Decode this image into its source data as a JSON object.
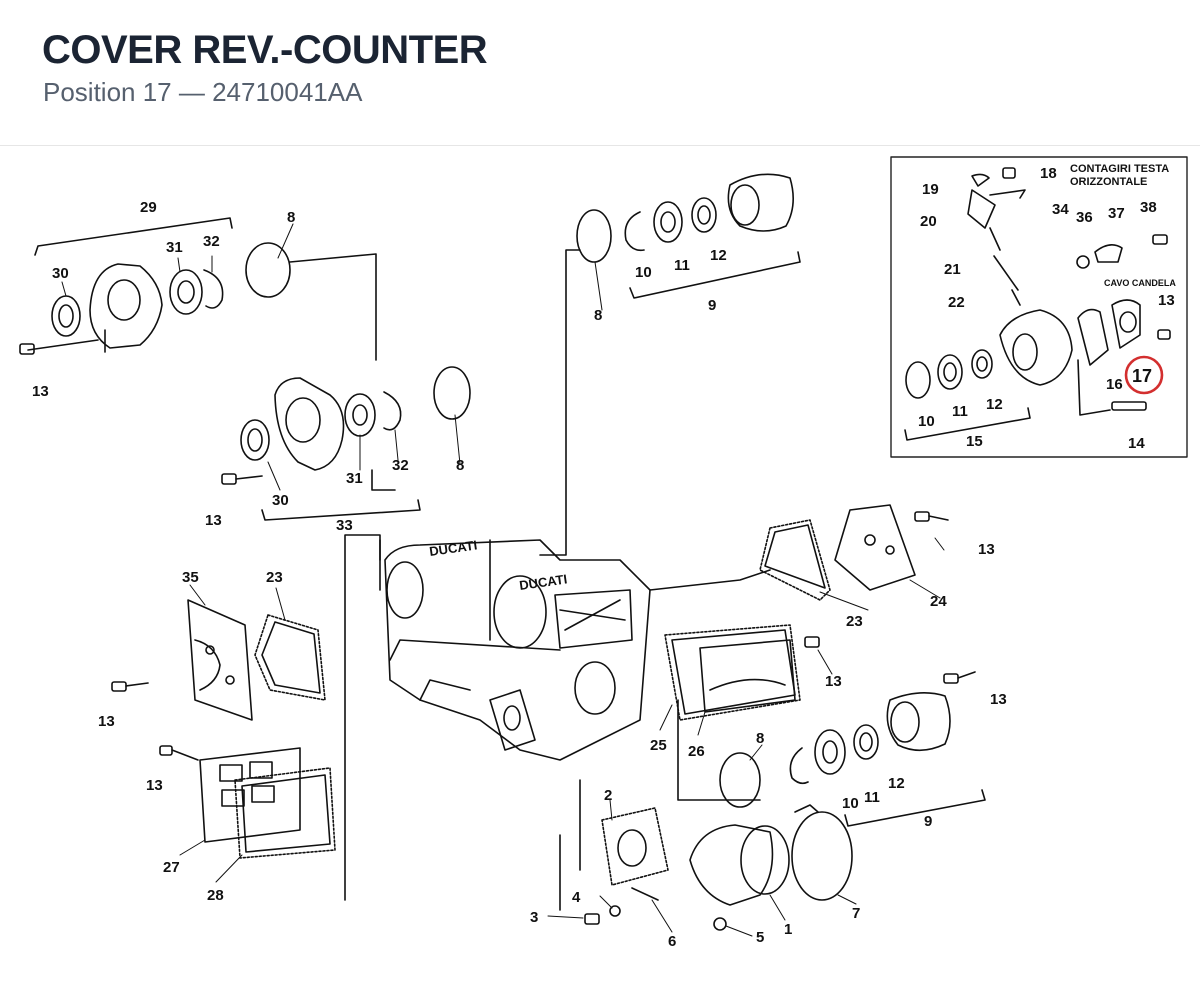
{
  "header": {
    "title": "COVER REV.-COUNTER",
    "subtitle": "Position 17 — 24710041AA"
  },
  "inset": {
    "caption_line1": "CONTAGIRI TESTA",
    "caption_line2": "ORIZZONTALE",
    "cable_label": "CAVO CANDELA",
    "highlight": "17"
  },
  "colors": {
    "highlight": "#d32f2f",
    "ink": "#111111"
  },
  "callouts": [
    {
      "id": "c29",
      "text": "29"
    },
    {
      "id": "c8a",
      "text": "8"
    },
    {
      "id": "c31a",
      "text": "31"
    },
    {
      "id": "c32a",
      "text": "32"
    },
    {
      "id": "c30a",
      "text": "30"
    },
    {
      "id": "c13a",
      "text": "13"
    },
    {
      "id": "c10a",
      "text": "10"
    },
    {
      "id": "c11a",
      "text": "11"
    },
    {
      "id": "c12a",
      "text": "12"
    },
    {
      "id": "c9a",
      "text": "9"
    },
    {
      "id": "c8b",
      "text": "8"
    },
    {
      "id": "c8c",
      "text": "8"
    },
    {
      "id": "c30b",
      "text": "30"
    },
    {
      "id": "c31b",
      "text": "31"
    },
    {
      "id": "c32b",
      "text": "32"
    },
    {
      "id": "c13b",
      "text": "13"
    },
    {
      "id": "c33",
      "text": "33"
    },
    {
      "id": "c13c",
      "text": "13"
    },
    {
      "id": "c23a",
      "text": "23"
    },
    {
      "id": "c24",
      "text": "24"
    },
    {
      "id": "c35",
      "text": "35"
    },
    {
      "id": "c23b",
      "text": "23"
    },
    {
      "id": "c13d",
      "text": "13"
    },
    {
      "id": "c13e",
      "text": "13"
    },
    {
      "id": "c25",
      "text": "25"
    },
    {
      "id": "c26",
      "text": "26"
    },
    {
      "id": "c13f",
      "text": "13"
    },
    {
      "id": "c13g",
      "text": "13"
    },
    {
      "id": "c27",
      "text": "27"
    },
    {
      "id": "c28",
      "text": "28"
    },
    {
      "id": "c8d",
      "text": "8"
    },
    {
      "id": "c10b",
      "text": "10"
    },
    {
      "id": "c11b",
      "text": "11"
    },
    {
      "id": "c12b",
      "text": "12"
    },
    {
      "id": "c9b",
      "text": "9"
    },
    {
      "id": "c2",
      "text": "2"
    },
    {
      "id": "c4",
      "text": "4"
    },
    {
      "id": "c3",
      "text": "3"
    },
    {
      "id": "c6",
      "text": "6"
    },
    {
      "id": "c5",
      "text": "5"
    },
    {
      "id": "c1",
      "text": "1"
    },
    {
      "id": "c7",
      "text": "7"
    },
    {
      "id": "i19",
      "text": "19"
    },
    {
      "id": "i18",
      "text": "18"
    },
    {
      "id": "i20",
      "text": "20"
    },
    {
      "id": "i34",
      "text": "34"
    },
    {
      "id": "i36",
      "text": "36"
    },
    {
      "id": "i37",
      "text": "37"
    },
    {
      "id": "i38",
      "text": "38"
    },
    {
      "id": "i21",
      "text": "21"
    },
    {
      "id": "i22",
      "text": "22"
    },
    {
      "id": "i13",
      "text": "13"
    },
    {
      "id": "i16",
      "text": "16"
    },
    {
      "id": "i10",
      "text": "10"
    },
    {
      "id": "i11",
      "text": "11"
    },
    {
      "id": "i12",
      "text": "12"
    },
    {
      "id": "i15",
      "text": "15"
    },
    {
      "id": "i14",
      "text": "14"
    }
  ]
}
